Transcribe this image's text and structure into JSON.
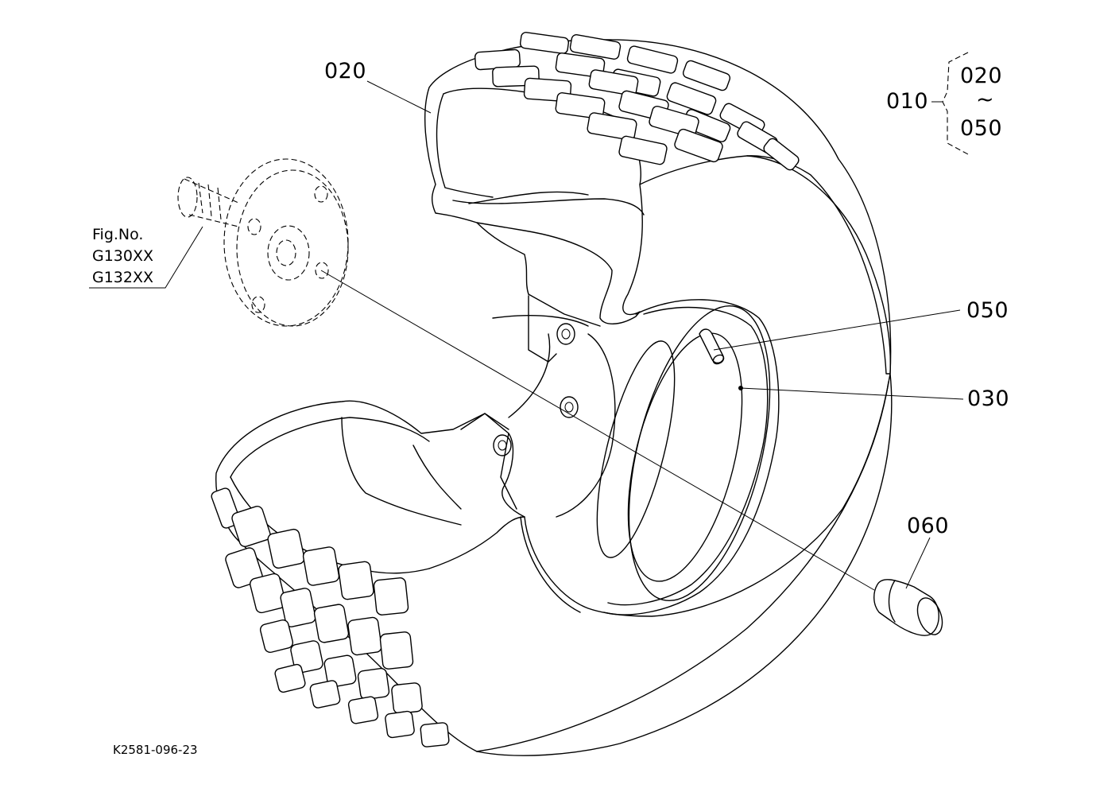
{
  "callouts": {
    "tire": "020",
    "wheel": "030",
    "valve": "050",
    "cap": "060",
    "assembly": "010"
  },
  "assembly_range": {
    "from": "020",
    "tilde": "~",
    "to": "050"
  },
  "figure_ref": {
    "title": "Fig.No.",
    "lines": [
      "G130XX",
      "G132XX"
    ]
  },
  "drawing_code": "K2581-096-23"
}
